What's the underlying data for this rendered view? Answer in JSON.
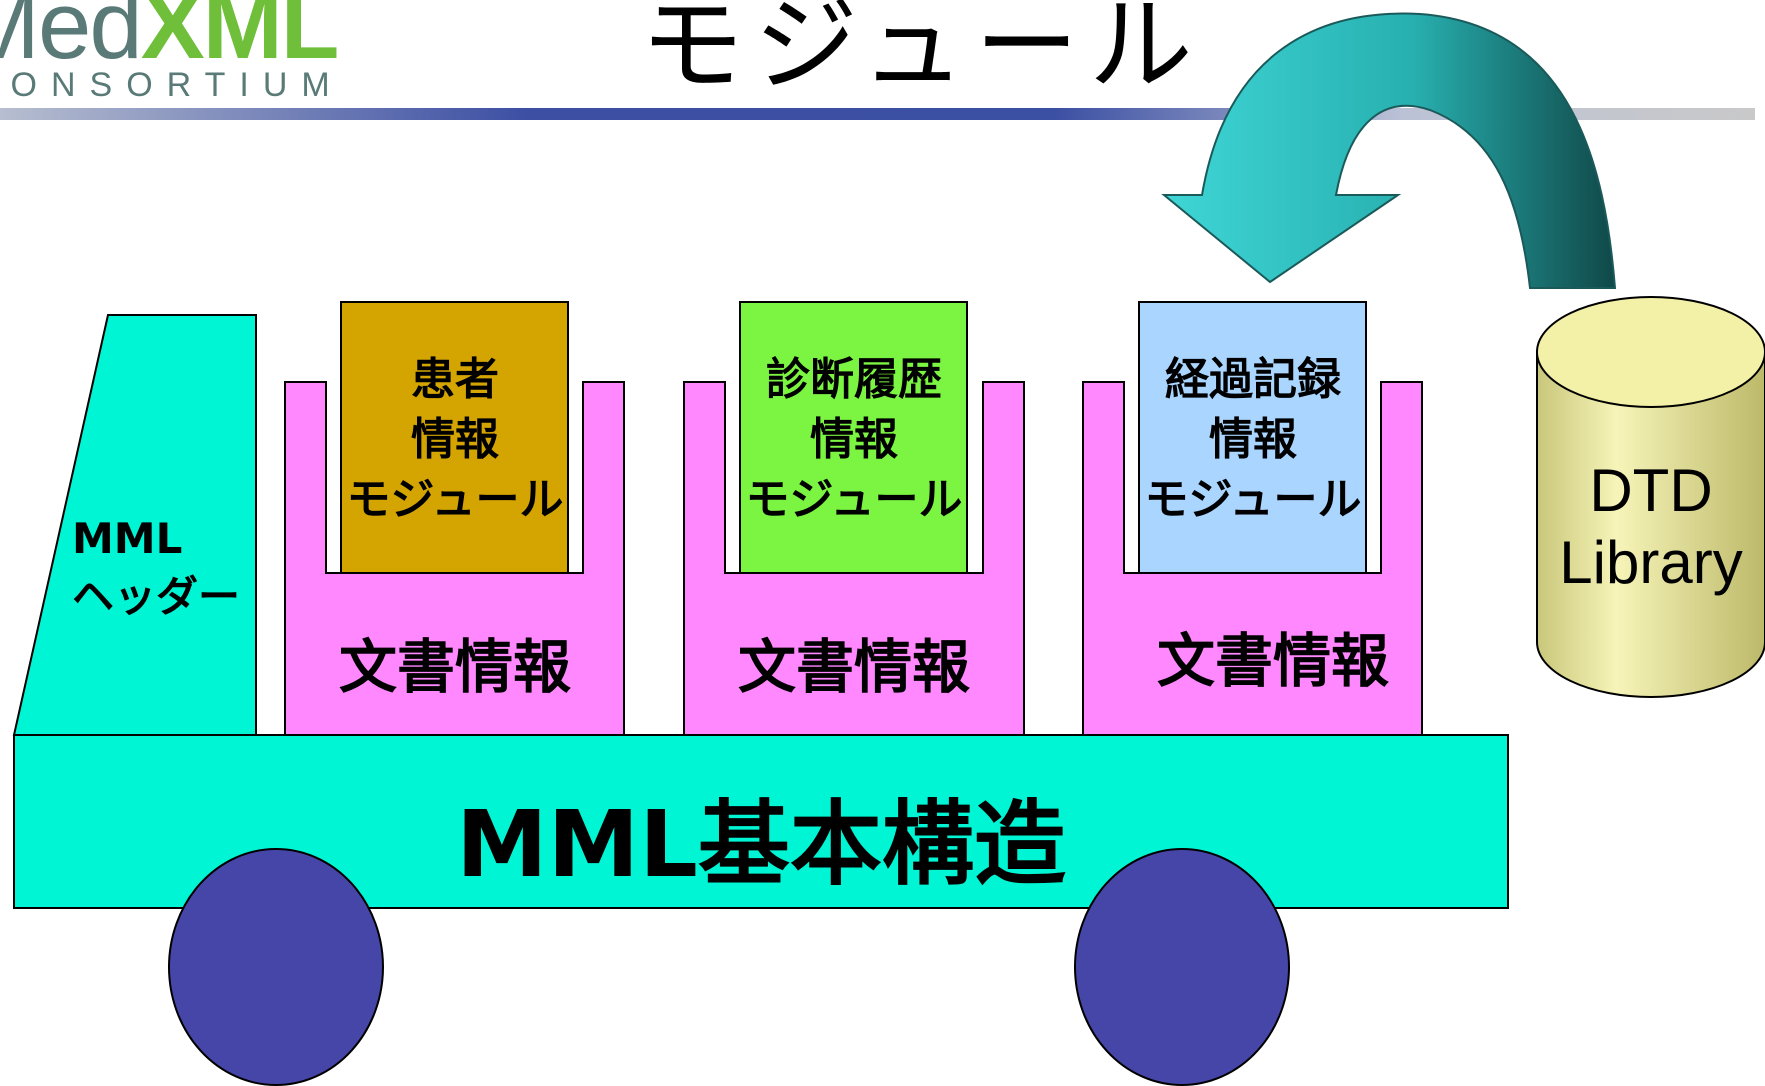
{
  "header": {
    "logo_med": "Med",
    "logo_xml": "XML",
    "logo_sub": "CONSORTIUM",
    "title": "モジュール"
  },
  "truck": {
    "cab_label": "MML\nヘッダー",
    "base_label": "MML基本構造"
  },
  "containers": [
    {
      "module_label": "患者\n情報\nモジュール",
      "doc_label": "文書情報",
      "color": "#d4a400"
    },
    {
      "module_label": "診断履歴\n情報\nモジュール",
      "doc_label": "文書情報",
      "color": "#7cf542"
    },
    {
      "module_label": "経過記録\n情報\nモジュール",
      "doc_label": "文書情報",
      "color": "#a9d5ff"
    }
  ],
  "library": {
    "label": "DTD\nLibrary"
  },
  "colors": {
    "truck": "#00f5d4",
    "container": "#ff88ff",
    "wheel": "#4646a8",
    "cylinder": "#f3f0a8",
    "arrow": "#2ec4c4"
  }
}
